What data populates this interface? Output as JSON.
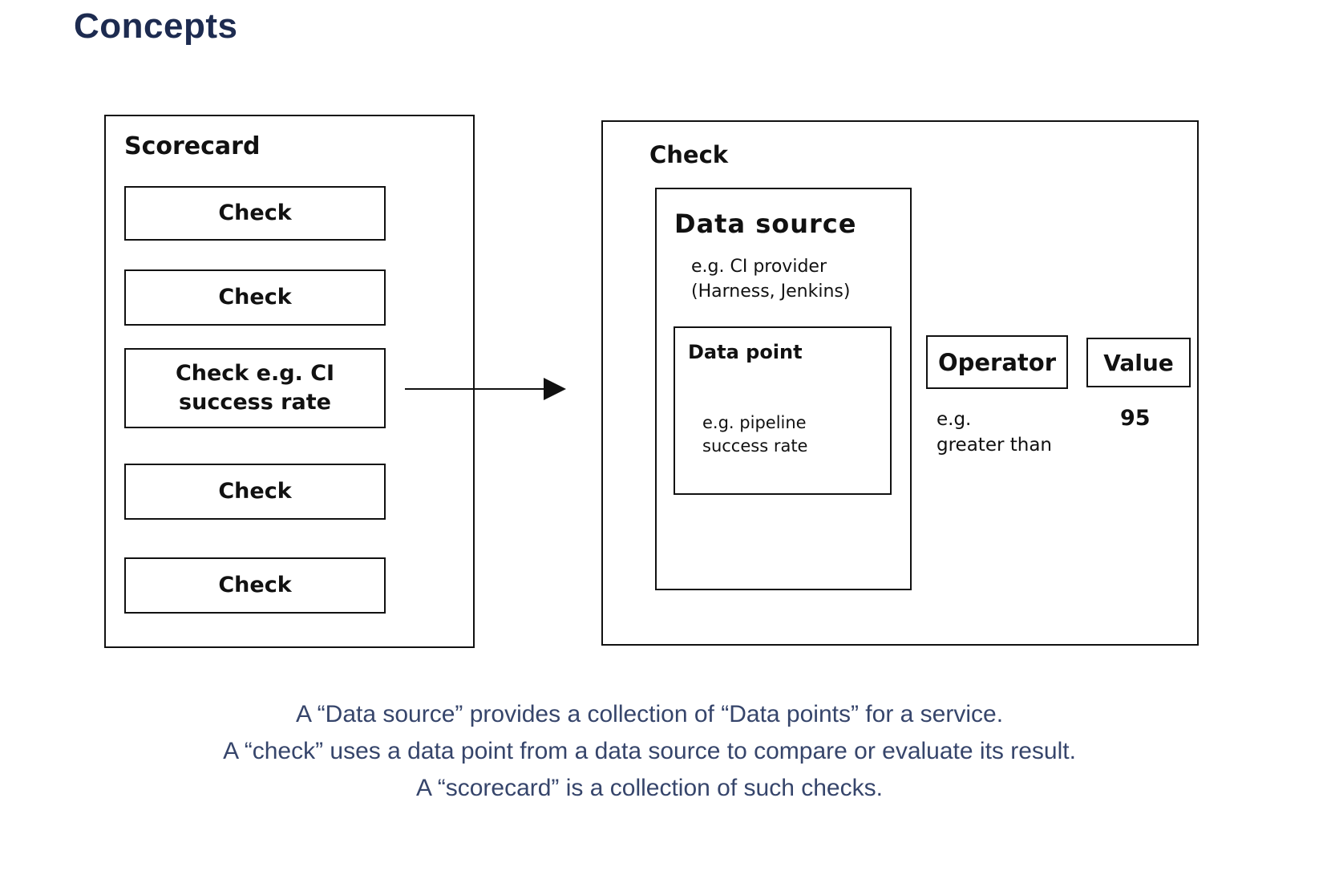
{
  "page": {
    "title": "Concepts"
  },
  "scorecard": {
    "label": "Scorecard",
    "checks": [
      {
        "label": "Check"
      },
      {
        "label": "Check"
      },
      {
        "label": "Check e.g. CI\nsuccess rate"
      },
      {
        "label": "Check"
      },
      {
        "label": "Check"
      }
    ]
  },
  "check_panel": {
    "label": "Check",
    "data_source": {
      "title": "Data source",
      "subtitle": "e.g. CI provider\n(Harness, Jenkins)",
      "data_point": {
        "title": "Data point",
        "subtitle": "e.g. pipeline\nsuccess rate"
      }
    },
    "operator": {
      "label": "Operator",
      "example": "e.g.\ngreater than"
    },
    "value": {
      "label": "Value",
      "example": "95"
    }
  },
  "caption": {
    "lines": [
      "A “Data source” provides a collection of “Data points” for a service.",
      "A “check” uses a data point from a data source to compare or evaluate its result.",
      "A “scorecard” is a collection of such checks."
    ]
  }
}
